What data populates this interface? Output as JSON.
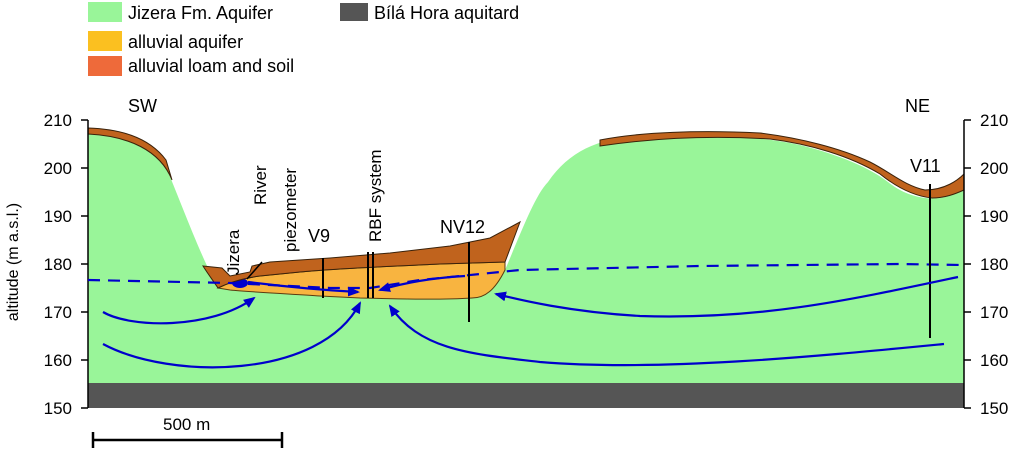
{
  "legend": [
    {
      "label": "Jizera Fm. Aquifer",
      "color": "#99f599"
    },
    {
      "label": "alluvial aquifer",
      "color": "#fbc020"
    },
    {
      "label": "alluvial loam and soil",
      "color": "#ee6a3a"
    },
    {
      "label": "Bílá Hora aquitard",
      "color": "#555555"
    }
  ],
  "directions": {
    "left": "SW",
    "right": "NE"
  },
  "axis": {
    "title": "altitude (m a.s.l.)",
    "ticks": [
      "210",
      "200",
      "190",
      "180",
      "170",
      "160",
      "150"
    ]
  },
  "labels": {
    "jizera": "Jizera",
    "river": "River",
    "piezometer": "piezometer",
    "v9": "V9",
    "rbf": "RBF system",
    "nv12": "NV12",
    "v11": "V11"
  },
  "scale": {
    "label": "500 m"
  },
  "colors": {
    "aquifer": "#99f599",
    "alluvial_aquifer": "#f8b440",
    "loam": "#c0631d",
    "aquitard": "#555555",
    "flow": "#0000cc"
  }
}
